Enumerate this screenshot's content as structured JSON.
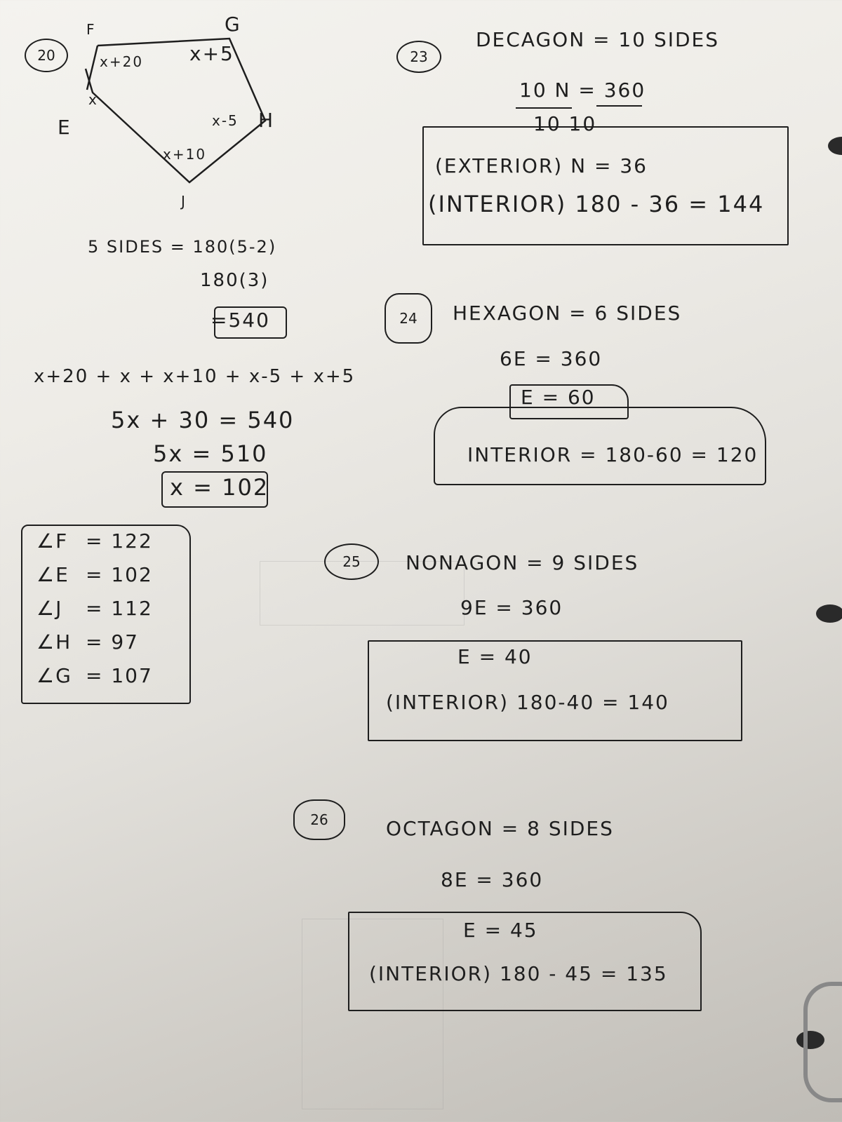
{
  "problem_20": {
    "number": "20",
    "diagram": {
      "vertices": {
        "F": "F",
        "G": "G",
        "H": "H",
        "J": "J",
        "E": "E"
      },
      "angles": {
        "F": "x+20",
        "G": "x+5",
        "H": "x-5",
        "J": "x+10",
        "E": "x"
      }
    },
    "steps": [
      "5 SIDES = 180(5-2)",
      "180(3)",
      "=540",
      "x+20 + x + x+10 + x-5 + x+5",
      "5x + 30 = 540",
      "5x = 510",
      "x = 102"
    ],
    "results": [
      {
        "label": "∠F",
        "value": "= 122"
      },
      {
        "label": "∠E",
        "value": "= 102"
      },
      {
        "label": "∠J",
        "value": "= 112"
      },
      {
        "label": "∠H",
        "value": "= 97"
      },
      {
        "label": "∠G",
        "value": "= 107"
      }
    ]
  },
  "problem_23": {
    "number": "23",
    "heading": "DECAGON = 10 SIDES",
    "eq_num": "10 N = 360",
    "eq_den": "10      10",
    "exterior": "(EXTERIOR) N = 36",
    "interior": "(INTERIOR)  180 - 36 = 144"
  },
  "problem_24": {
    "number": "24",
    "heading": "HEXAGON = 6 SIDES",
    "eq": "6E = 360",
    "exterior": "E = 60",
    "interior": "INTERIOR = 180-60 = 120"
  },
  "problem_25": {
    "number": "25",
    "heading": "NONAGON = 9 SIDES",
    "eq": "9E = 360",
    "exterior": "E = 40",
    "interior": "(INTERIOR) 180-40 = 140"
  },
  "problem_26": {
    "number": "26",
    "heading": "OCTAGON = 8 SIDES",
    "eq": "8E = 360",
    "exterior": "E = 45",
    "interior": "(INTERIOR) 180 - 45 = 135"
  }
}
